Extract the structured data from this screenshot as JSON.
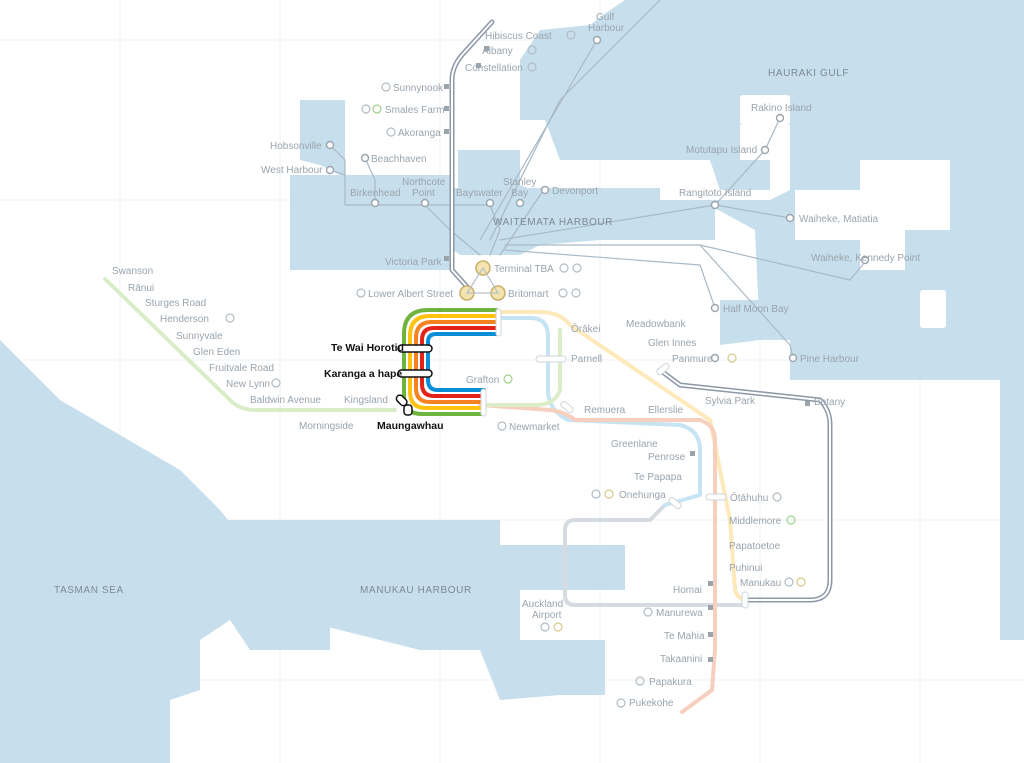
{
  "colors": {
    "water": "#c7dfec",
    "land": "#ffffff",
    "grid": "#eef1f3",
    "western_line": "#dbedc8",
    "southern_line": "#f7cfbf",
    "eastern_line": "#c6e4f3",
    "onehunga_line": "#c6e4f3",
    "northern_busway": "#8c97a8",
    "airport_link": "#d6dbe2",
    "ferry": "#a9b9c6",
    "crl_green": "#6fb43f",
    "crl_yellow": "#ffc20e",
    "crl_orange": "#f58220",
    "crl_red": "#e2231a",
    "crl_blue": "#0a8fd6",
    "crosstown": "#fde9b9"
  },
  "water_labels": {
    "hauraki": "HAURAKI GULF",
    "waitemata": "WAITEMATA HARBOUR",
    "tasman": "TASMAN SEA",
    "manukau": "MANUKAU HARBOUR"
  },
  "highlighted_stations": {
    "te_wai_horotiu": "Te Wai Horotiu",
    "karanga_a_hape": "Karanga a hape",
    "maungawhau": "Maungawhau"
  },
  "stations": {
    "hibiscus_coast": "Hibiscus Coast",
    "albany": "Albany",
    "constellation": "Constellation",
    "gulf_harbour_1": "Gulf",
    "gulf_harbour_2": "Harbour",
    "sunnynook": "Sunnynook",
    "smales_farm": "Smales Farm",
    "akoranga": "Akoranga",
    "hobsonville": "Hobsonville",
    "west_harbour": "West Harbour",
    "beachhaven": "Beachhaven",
    "birkenhead": "Birkenhead",
    "northcote_1": "Northcote",
    "northcote_2": "Point",
    "bayswater": "Bayswater",
    "stanley_bay_1": "Stanley",
    "stanley_bay_2": "Bay",
    "devonport": "Devonport",
    "rakino": "Rakino Island",
    "motutapu": "Motutapu Island",
    "rangitoto": "Rangitoto Island",
    "waiheke_matiatia": "Waiheke, Matiatia",
    "waiheke_kennedy": "Waiheke, Kennedy Point",
    "victoria_park": "Victoria Park",
    "terminal_tba": "Terminal TBA",
    "lower_albert": "Lower Albert Street",
    "britomart": "Britomart",
    "swanson": "Swanson",
    "ranui": "Rānui",
    "sturges": "Sturges Road",
    "henderson": "Henderson",
    "sunnyvale": "Sunnyvale",
    "glen_eden": "Glen Eden",
    "fruitvale": "Fruitvale Road",
    "new_lynn": "New Lynn",
    "baldwin": "Baldwin Avenue",
    "kingsland": "Kingsland",
    "morningside": "Morningside",
    "grafton": "Grafton",
    "newmarket": "Newmarket",
    "orakei": "Ōrākei",
    "meadowbank": "Meadowbank",
    "parnell": "Parnell",
    "glen_innes": "Glen Innes",
    "panmure": "Panmure",
    "half_moon_bay": "Half Moon Bay",
    "pine_harbour": "Pine Harbour",
    "sylvia_park": "Sylvia Park",
    "botany": "Botany",
    "remuera": "Remuera",
    "ellerslie": "Ellerslie",
    "greenlane": "Greenlane",
    "penrose": "Penrose",
    "te_papapa": "Te Papapa",
    "onehunga": "Onehunga",
    "otahuhu": "Ōtāhuhu",
    "middlemore": "Middlemore",
    "papatoetoe": "Papatoetoe",
    "puhinui": "Puhinui",
    "manukau": "Manukau",
    "homai": "Homai",
    "airport_1": "Auckland",
    "airport_2": "Airport",
    "manurewa": "Manurewa",
    "te_mahia": "Te Mahia",
    "takaanini": "Takaanini",
    "papakura": "Papakura",
    "pukekohe": "Pukekohe"
  },
  "icons": {
    "park_ride": "park-and-ride-icon",
    "hospital": "hospital-icon",
    "info": "info-icon",
    "ferry": "ferry-icon",
    "airport": "airport-icon",
    "bus": "bus-icon"
  }
}
